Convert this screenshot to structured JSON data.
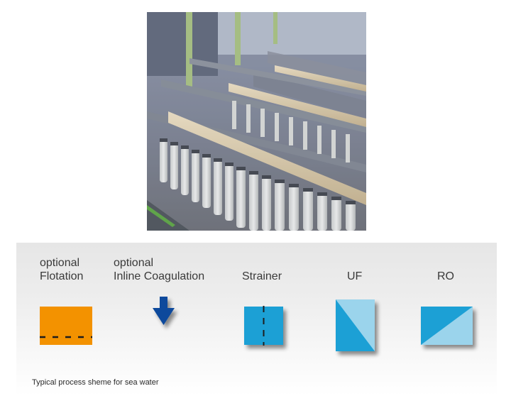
{
  "photo": {
    "subject": "ultrafiltration membrane module racks in treatment plant",
    "alt": "Industrial ultrafiltration plant with rows of white membrane modules"
  },
  "diagram": {
    "stages": [
      {
        "id": "flotation",
        "line1": "optional",
        "line2": "Flotation",
        "symbol": "orange-box-dashed-horizontal",
        "color": "#f39200"
      },
      {
        "id": "coagulation",
        "line1": "optional",
        "line2": "Inline Coagulation",
        "symbol": "down-arrow",
        "color": "#0a4a9c"
      },
      {
        "id": "strainer",
        "line1": "",
        "line2": "Strainer",
        "symbol": "blue-box-dashed-vertical",
        "color": "#1fa0d5"
      },
      {
        "id": "uf",
        "line1": "",
        "line2": "UF",
        "symbol": "membrane-diagonal-down",
        "color": "#1fa0d5",
        "accent": "#9bd4ec"
      },
      {
        "id": "ro",
        "line1": "",
        "line2": "RO",
        "symbol": "membrane-diagonal-up",
        "color": "#1fa0d5",
        "accent": "#9bd4ec"
      }
    ],
    "process_line_color": "#555555",
    "dash_color": "#1d1d1d"
  },
  "caption": "Typical process sheme for sea water"
}
